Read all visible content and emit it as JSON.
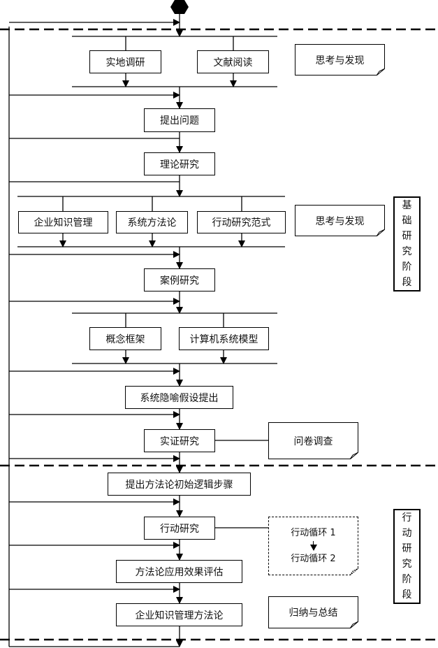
{
  "diagram": {
    "start_node": "start-hexagon",
    "phases": [
      {
        "id": "basic",
        "label_chars": [
          "基",
          "础",
          "研",
          "究",
          "阶",
          "段"
        ],
        "label": "基础研究阶段"
      },
      {
        "id": "action",
        "label_chars": [
          "行",
          "动",
          "研",
          "究",
          "阶",
          "段"
        ],
        "label": "行动研究阶段"
      }
    ],
    "steps": {
      "field_survey": "实地调研",
      "literature_reading": "文献阅读",
      "raise_question": "提出问题",
      "theory_research": "理论研究",
      "ekm": "企业知识管理",
      "systems_methodology": "系统方法论",
      "action_research_paradigm": "行动研究范式",
      "case_study": "案例研究",
      "concept_framework": "概念框架",
      "computer_system_model": "计算机系统模型",
      "metaphor_hypothesis": "系统隐喻假设提出",
      "empirical_research": "实证研究",
      "initial_logic_steps": "提出方法论初始逻辑步骤",
      "action_research": "行动研究",
      "effect_evaluation": "方法论应用效果评估",
      "ekm_methodology": "企业知识管理方法论"
    },
    "notes": {
      "think_discover_1": "思考与发现",
      "think_discover_2": "思考与发现",
      "questionnaire": "问卷调查",
      "action_cycle_1": "行动循环 1",
      "action_cycle_2": "行动循环 2",
      "summary": "归纳与总结"
    }
  }
}
